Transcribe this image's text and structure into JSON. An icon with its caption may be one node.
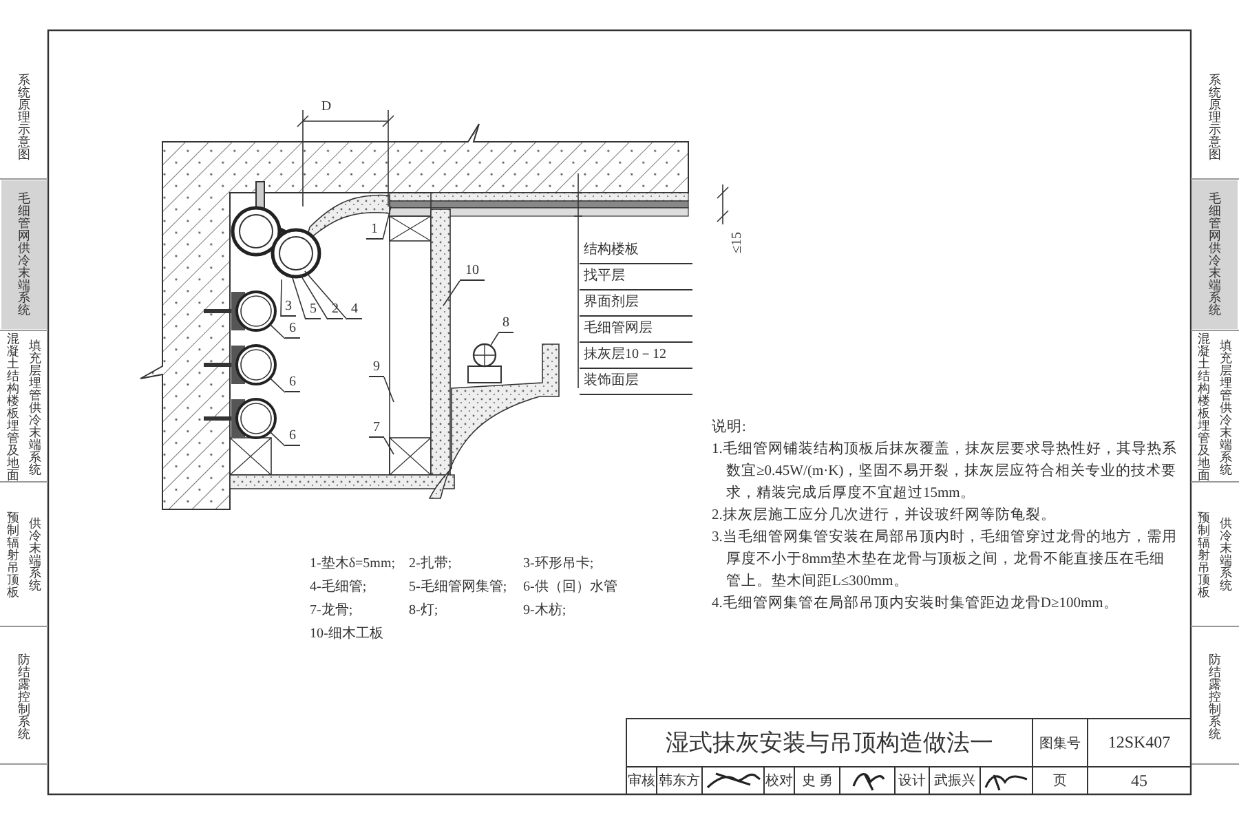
{
  "diagram": {
    "title": "湿式抹灰安装与吊顶构造做法一",
    "nodes": [
      {
        "text": [
          "1"
        ]
      },
      {
        "text": [
          "10"
        ]
      },
      {
        "text": [
          "3"
        ]
      },
      {
        "text": [
          "5"
        ]
      },
      {
        "text": [
          "2"
        ]
      },
      {
        "text": [
          "4"
        ]
      },
      {
        "text": [
          "8"
        ]
      },
      {
        "text": [
          "6"
        ]
      },
      {
        "text": [
          "9"
        ]
      },
      {
        "text": [
          "6"
        ]
      },
      {
        "text": [
          "7"
        ]
      },
      {
        "text": [
          "6"
        ]
      },
      {
        "text": [],
        "shape": "circle"
      },
      {
        "text": [],
        "shape": "circle"
      },
      {
        "text": [],
        "shape": "circle"
      },
      {
        "text": [],
        "shape": "picture"
      },
      {
        "text": [],
        "shape": "picture"
      }
    ],
    "edges": [
      {
        "from": 0,
        "to": null,
        "arrow": "none"
      },
      {
        "from": 1,
        "to": null,
        "arrow": "none"
      },
      {
        "from": 2,
        "to": 16,
        "arrow": "none"
      },
      {
        "from": 3,
        "to": 16,
        "arrow": "none"
      },
      {
        "from": 4,
        "to": 16,
        "arrow": "none"
      },
      {
        "from": 5,
        "to": 16,
        "arrow": "none"
      },
      {
        "from": 6,
        "to": 15,
        "arrow": "none"
      },
      {
        "from": 7,
        "to": 12,
        "arrow": "none"
      },
      {
        "from": 8,
        "to": null,
        "arrow": "none"
      },
      {
        "from": 9,
        "to": 13,
        "arrow": "none"
      },
      {
        "from": 10,
        "to": null,
        "arrow": "none"
      },
      {
        "from": 11,
        "to": 14,
        "arrow": "none"
      }
    ],
    "labels": [
      "系统原理示意图",
      "毛细管网供冷末端系统",
      "混凝土结构楼板埋管及地面",
      "填充层埋管供冷末端系统",
      "预制辐射吊顶板",
      "供冷末端系统",
      "防结露控制系统",
      "D",
      "结构楼板",
      "找平层",
      "界面剂层",
      "毛细管网层",
      "抹灰层10－12",
      "装饰面层",
      "≤15",
      "说明:",
      "1.毛细管网铺装结构顶板后抹灰覆盖，抹灰层要求导热性好，其导热系数宜≥0.45W/(m·K)，坚固不易开裂，抹灰层应符合相关专业的技术要求，精装完成后厚度不宜超过15mm。",
      "2.抹灰层施工应分几次进行，并设玻纤网等防龟裂。",
      "3.当毛细管网集管安装在局部吊顶内时，毛细管穿过龙骨的地方，需用厚度不小于8mm垫木垫在龙骨与顶板之间，龙骨不能直接压在毛细管上。垫木间距L≤300mm。",
      "4.毛细管网集管在局部吊顶内安装时集管距边龙骨D≥100mm。",
      "1-垫木δ=5mm;",
      "2-扎带;",
      "3-环形吊卡;",
      "4-毛细管;",
      "5-毛细管网集管;",
      "6-供（回）水管",
      "7-龙骨;",
      "8-灯;",
      "9-木枋;",
      "10-细木工板",
      "图集号",
      "12SK407",
      "审核",
      "韩东方",
      "校对",
      "史 勇",
      "设计",
      "武振兴",
      "页",
      "45",
      "系统原理示意图",
      "毛细管网供冷末端系统",
      "混凝土结构楼板埋管及地面",
      "填充层埋管供冷末端系统",
      "预制辐射吊顶板",
      "供冷末端系统",
      "防结露控制系统"
    ]
  }
}
